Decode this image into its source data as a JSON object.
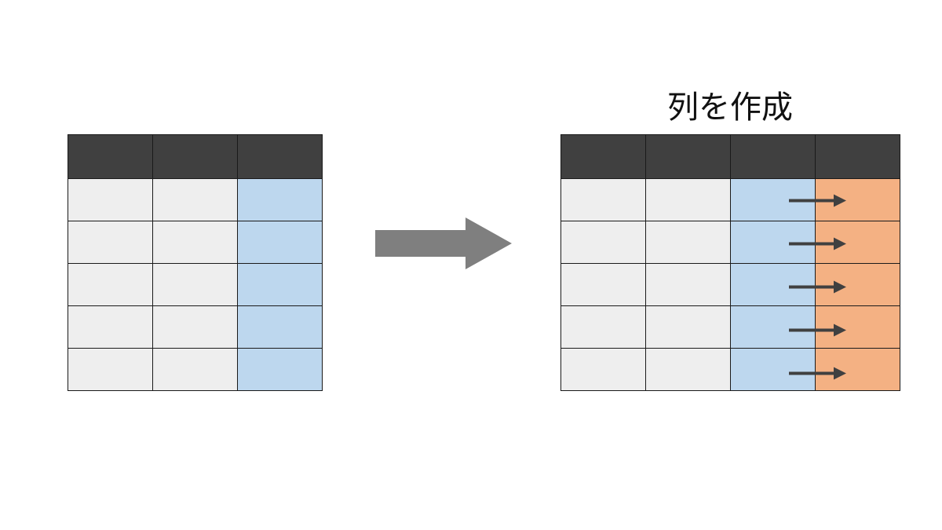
{
  "title": "列を作成",
  "colors": {
    "header": "#404040",
    "cell": "#eeeeee",
    "selected": "#bdd7ee",
    "created": "#f4b183",
    "big_arrow": "#7f7f7f",
    "small_arrow": "#404040"
  },
  "before_table": {
    "columns": 3,
    "data_rows": 5,
    "highlight_column": 3
  },
  "after_table": {
    "columns": 4,
    "data_rows": 5,
    "source_column": 3,
    "new_column": 4
  },
  "icons": [
    "right-arrow-icon",
    "small-arrow-icon"
  ]
}
